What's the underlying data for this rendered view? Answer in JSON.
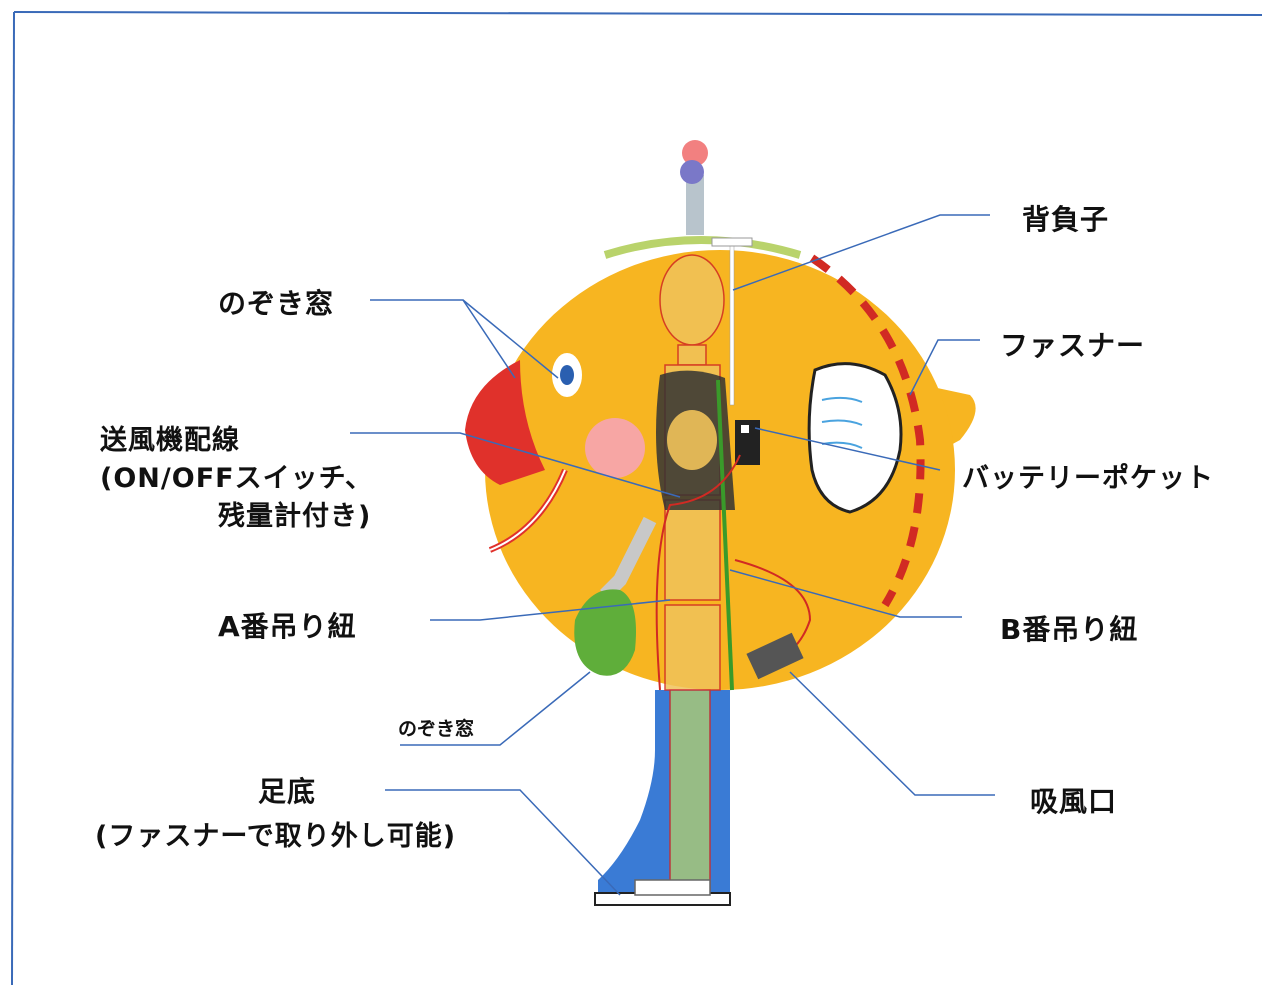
{
  "labels": {
    "seoiko": "背負子",
    "fastener_top": "ファスナー",
    "nozoki_mado_top": "のぞき窓",
    "fan_wiring_line1": "送風機配線",
    "fan_wiring_line2": "(ON/OFFスイッチ、",
    "fan_wiring_line3": "残量計付き)",
    "battery_pocket": "バッテリーポケット",
    "a_strap": "A番吊り紐",
    "b_strap": "B番吊り紐",
    "nozoki_mado_small": "のぞき窓",
    "intake": "吸風口",
    "sole_line1": "足底",
    "sole_line2": "(ファスナーで取り外し可能)"
  },
  "colors": {
    "body": "#f7b521",
    "mouth": "#e0312b",
    "cheek": "#f7a6a4",
    "leg": "#3a7bd5",
    "green_hand": "#5fae3a",
    "leader_line": "#3a6ab8",
    "figure": "#f0c25a"
  }
}
